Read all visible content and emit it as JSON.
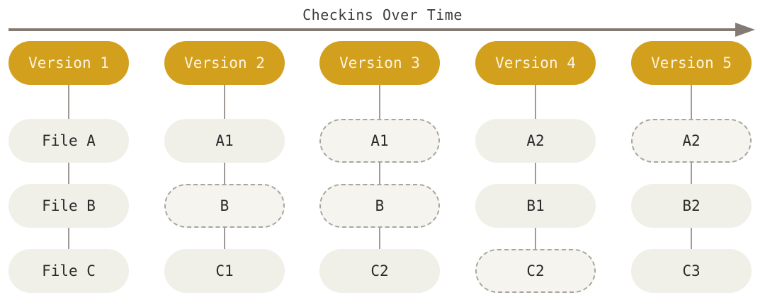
{
  "title": "Checkins Over Time",
  "versions": [
    {
      "label": "Version 1",
      "files": [
        {
          "label": "File A",
          "unchanged": false
        },
        {
          "label": "File B",
          "unchanged": false
        },
        {
          "label": "File C",
          "unchanged": false
        }
      ]
    },
    {
      "label": "Version 2",
      "files": [
        {
          "label": "A1",
          "unchanged": false
        },
        {
          "label": "B",
          "unchanged": true
        },
        {
          "label": "C1",
          "unchanged": false
        }
      ]
    },
    {
      "label": "Version 3",
      "files": [
        {
          "label": "A1",
          "unchanged": true
        },
        {
          "label": "B",
          "unchanged": true
        },
        {
          "label": "C2",
          "unchanged": false
        }
      ]
    },
    {
      "label": "Version 4",
      "files": [
        {
          "label": "A2",
          "unchanged": false
        },
        {
          "label": "B1",
          "unchanged": false
        },
        {
          "label": "C2",
          "unchanged": true
        }
      ]
    },
    {
      "label": "Version 5",
      "files": [
        {
          "label": "A2",
          "unchanged": true
        },
        {
          "label": "B2",
          "unchanged": false
        },
        {
          "label": "C3",
          "unchanged": false
        }
      ]
    }
  ],
  "colors": {
    "version_fill": "#d3a01e",
    "version_text": "#fbf4df",
    "file_fill": "#f0efe8",
    "unchanged_border": "#a8a5a1",
    "timeline": "#837a73",
    "connector": "#9f9a96"
  }
}
